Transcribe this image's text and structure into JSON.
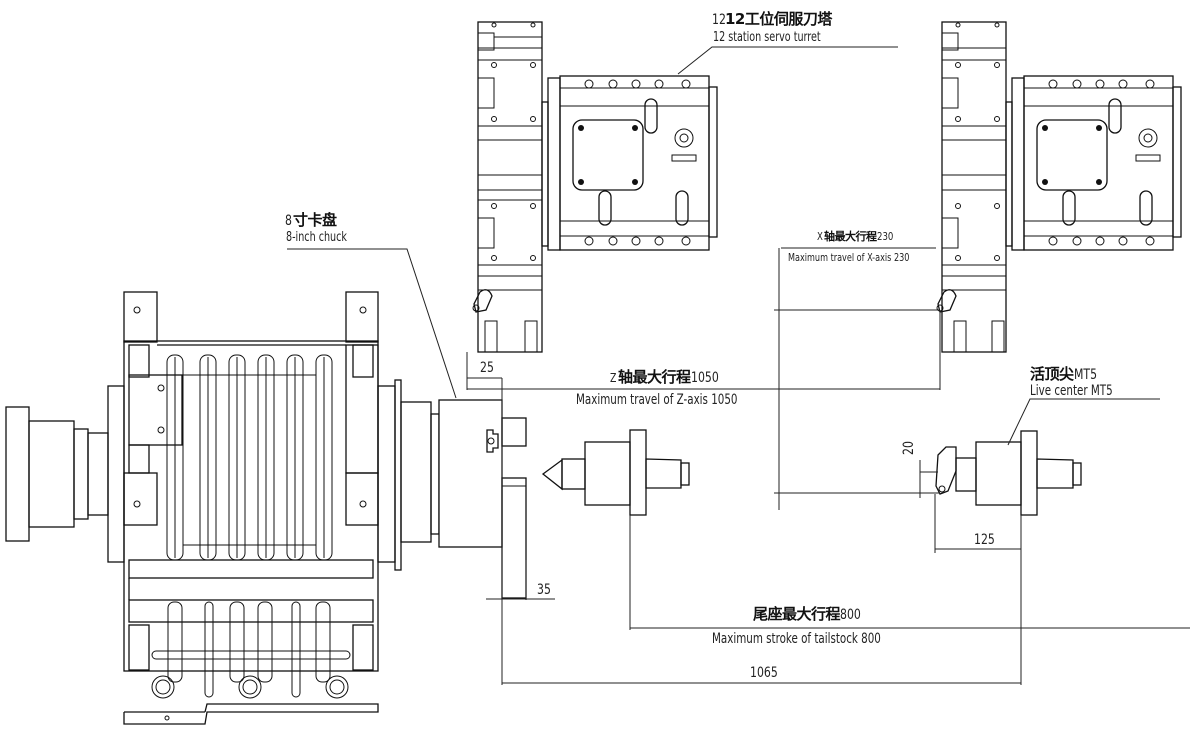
{
  "labels": {
    "turret": {
      "cn": "12工位伺服刀塔",
      "prefix": "12",
      "en": "12 station servo turret"
    },
    "chuck": {
      "prefix": "8",
      "cn": "寸卡盘",
      "en": "8-inch chuck"
    },
    "x_axis": {
      "prefix": "X",
      "cn": "轴最大行程",
      "value": "230",
      "en": "Maximum travel of X-axis 230"
    },
    "z_axis": {
      "prefix": "Z",
      "cn": "轴最大行程",
      "value": "1050",
      "en": "Maximum travel of Z-axis 1050"
    },
    "live_center": {
      "cn": "活顶尖",
      "value": "MT5",
      "en": "Live center MT5"
    },
    "tailstock": {
      "cn": "尾座最大行程",
      "value": "800",
      "en": "Maximum stroke of tailstock 800"
    }
  },
  "dimensions": {
    "d25": "25",
    "d35": "35",
    "d20": "20",
    "d125": "125",
    "d1065": "1065"
  }
}
